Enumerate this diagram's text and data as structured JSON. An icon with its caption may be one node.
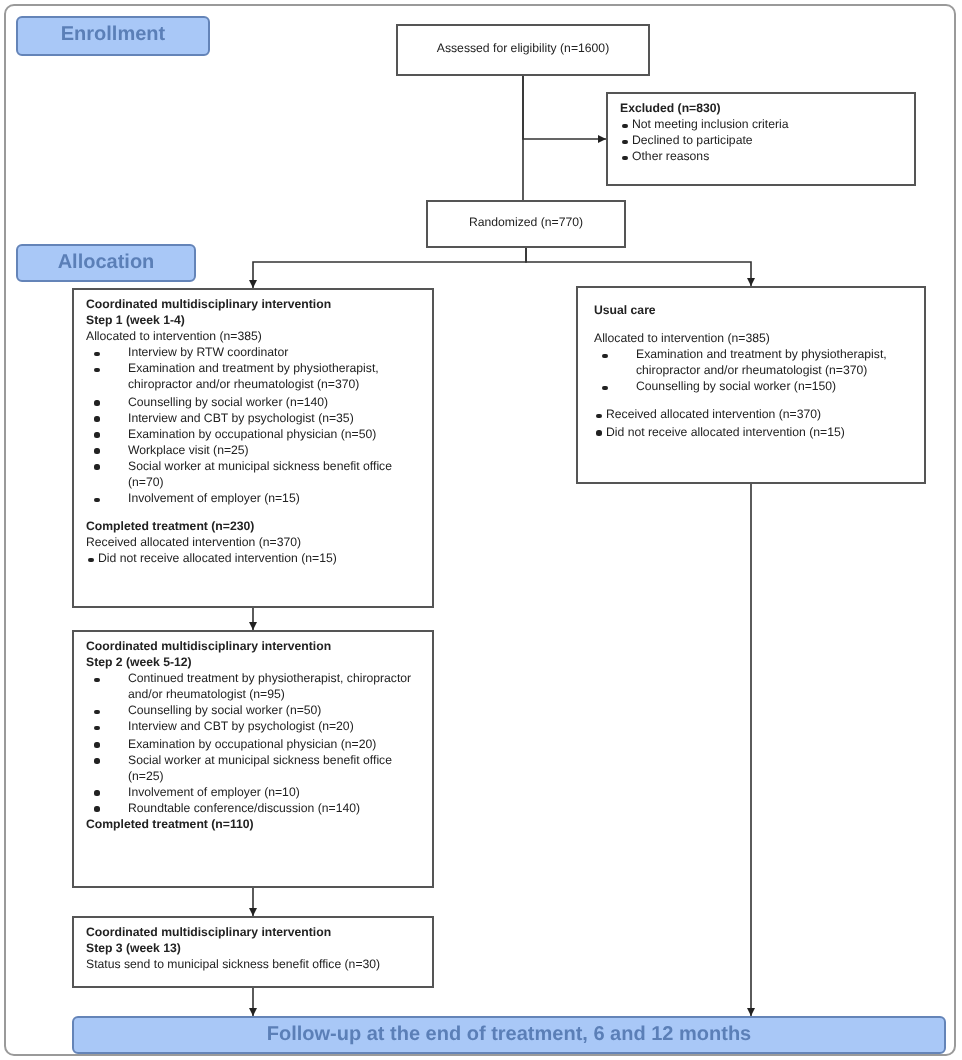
{
  "diagram": {
    "nodes": [
      {
        "text": [
          "Enrollment"
        ]
      },
      {
        "text": [
          "Assessed for eligibility (n=1600)"
        ]
      },
      {
        "text": [
          "Excluded (n=830)",
          "Not meeting inclusion criteria",
          "Declined to participate",
          "Other reasons"
        ]
      },
      {
        "text": [
          "Randomized (n=770)"
        ]
      },
      {
        "text": [
          "Allocation"
        ]
      },
      {
        "text": [
          "Coordinated multidisciplinary intervention",
          "Step 1 (week 1-4)",
          "Allocated to intervention (n=385)",
          "Interview by RTW coordinator",
          "Examination and treatment by physiotherapist, chiropractor and/or rheumatologist (n=370)",
          "Counselling by social worker (n=140)",
          "Interview and CBT by psychologist (n=35)",
          "Examination by occupational physician (n=50)",
          "Workplace visit (n=25)",
          "Social worker at municipal sickness benefit office (n=70)",
          "Involvement of employer (n=15)",
          "Completed treatment (n=230)",
          "Received allocated intervention (n=370)",
          "Did not receive allocated intervention (n=15)"
        ]
      },
      {
        "text": [
          "Usual care",
          "Allocated to intervention (n=385)",
          "Examination and treatment by physiotherapist, chiropractor and/or rheumatologist (n=370)",
          "Counselling by social worker (n=150)",
          "Received allocated intervention (n=370)",
          "Did not receive allocated intervention (n=15)"
        ]
      },
      {
        "text": [
          "Coordinated multidisciplinary intervention",
          "Step 2 (week 5-12)",
          "Continued treatment by physiotherapist, chiropractor and/or rheumatologist (n=95)",
          "Counselling by social worker (n=50)",
          "Interview and CBT by psychologist (n=20)",
          "Examination by occupational physician (n=20)",
          "Social worker at municipal sickness benefit office (n=25)",
          "Involvement of employer (n=10)",
          "Roundtable conference/discussion (n=140)",
          "Completed treatment (n=110)"
        ]
      },
      {
        "text": [
          "Coordinated multidisciplinary intervention",
          "Step 3 (week 13)",
          "Status send to municipal sickness benefit office (n=30)"
        ]
      },
      {
        "text": [
          "Follow-up at the end of treatment, 6 and 12 months"
        ]
      }
    ],
    "edges": [
      {
        "from": 1,
        "to": 2,
        "arrow": "to"
      },
      {
        "from": 1,
        "to": 3,
        "arrow": "none"
      },
      {
        "from": 3,
        "to": 5,
        "arrow": "to"
      },
      {
        "from": 3,
        "to": 6,
        "arrow": "to"
      },
      {
        "from": 5,
        "to": 7,
        "arrow": "to"
      },
      {
        "from": 7,
        "to": 8,
        "arrow": "to"
      },
      {
        "from": 8,
        "to": 9,
        "arrow": "to"
      },
      {
        "from": 6,
        "to": 9,
        "arrow": "to"
      }
    ]
  }
}
